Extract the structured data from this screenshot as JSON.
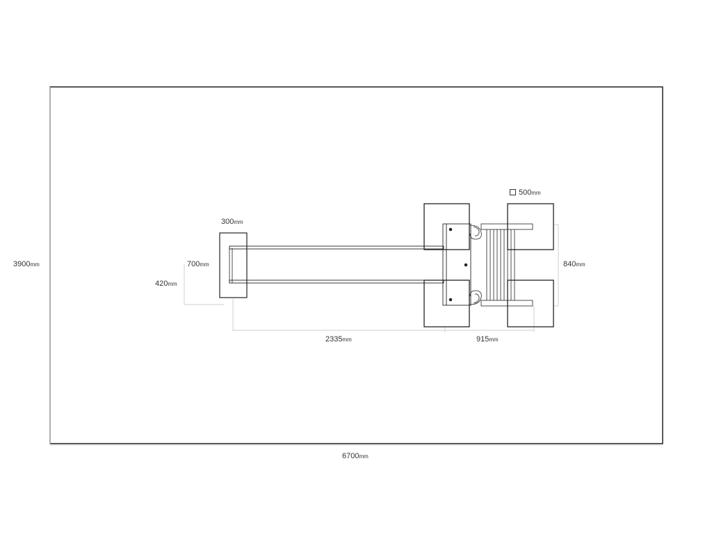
{
  "unit": "mm",
  "dimensions": {
    "area_width": "6700",
    "area_height": "3900",
    "beam_width": "300",
    "beam_height": "700",
    "bottom_offset": "420",
    "walkway_length": "2335",
    "stair_length": "915",
    "pad_spacing": "840",
    "pad_size": "500"
  },
  "colors": {
    "line": "#222222",
    "dim_line": "#c8c8c8",
    "text": "#333333"
  }
}
